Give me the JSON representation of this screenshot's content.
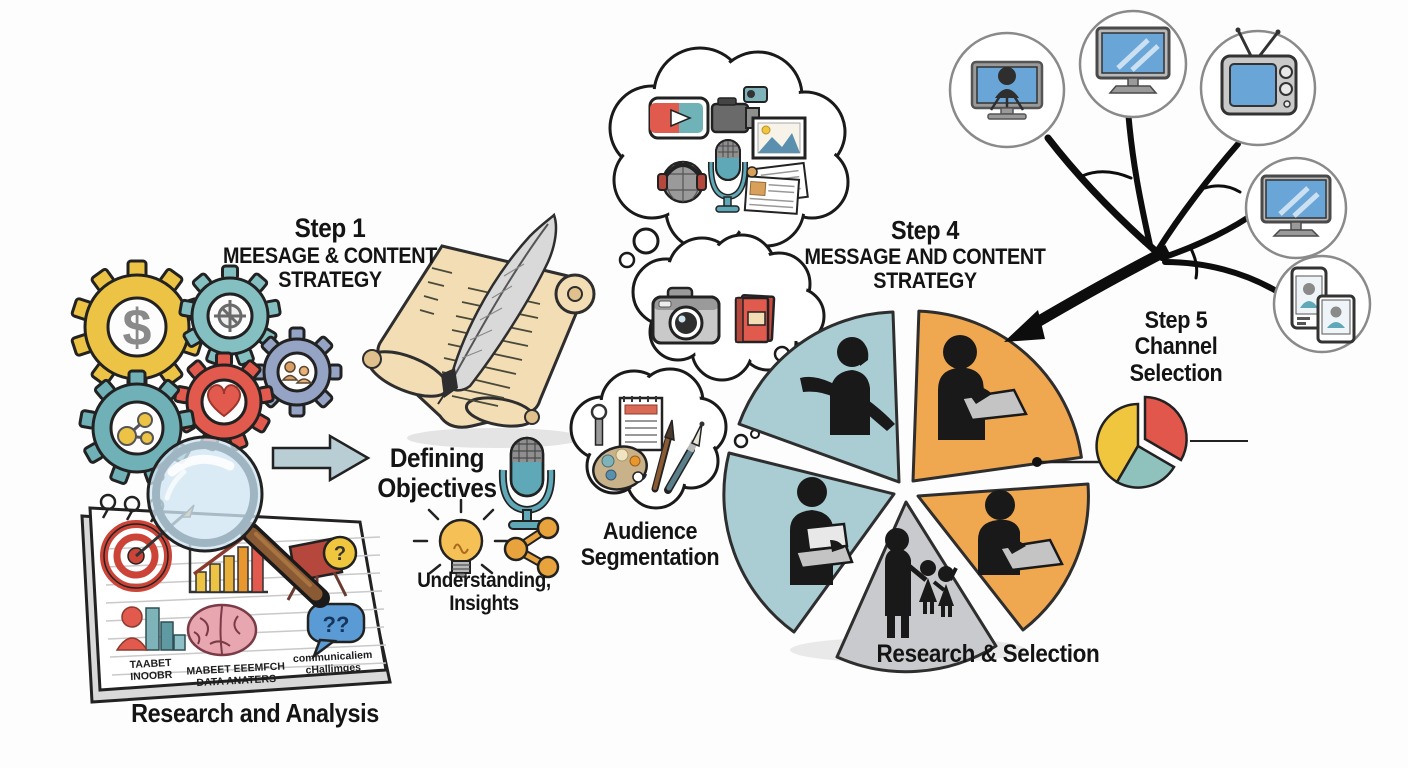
{
  "titles": {
    "step1": {
      "line1": "Step 1",
      "line2": "MEESAGE & CONTENT",
      "line3": "STRATEGY"
    },
    "step4": {
      "line1": "Step 4",
      "line2": "MESSAGE AND CONTENT",
      "line3": "STRATEGY"
    },
    "step5": {
      "line1": "Step 5",
      "line2": "Channel",
      "line3": "Selection"
    }
  },
  "labels": {
    "research_analysis": "Research and Analysis",
    "defining_objectives": {
      "line1": "Defining",
      "line2": "Objectives"
    },
    "understanding_insights": {
      "line1": "Understanding,",
      "line2": "Insights"
    },
    "audience_segmentation": {
      "line1": "Audience",
      "line2": "Segmentation"
    },
    "research_selection": "Research & Selection"
  },
  "notebook": {
    "captions": [
      {
        "line1": "TAABET",
        "line2": "INOOBR"
      },
      {
        "line1": "MABEET EEEMFCH",
        "line2": "DATA ANATERS"
      },
      {
        "line1": "communicaliem",
        "line2": "cHallimges"
      }
    ]
  },
  "glyphs": {
    "dollar": "$",
    "question": "?",
    "double_question": "??"
  },
  "icon_sets": {
    "gears": [
      "dollar-gear",
      "target-gear",
      "people-gear",
      "heart-gear",
      "link-gear"
    ],
    "notebook_icons": [
      "target-dart",
      "bar-chart-growth",
      "easel-question",
      "person-bars",
      "brain",
      "double-question-bubble"
    ],
    "objective_icons": [
      "microphone",
      "lightbulb",
      "share-network"
    ],
    "bubble_media": [
      "video-player",
      "video-camera",
      "compact-camera",
      "photo-frame",
      "headphones-globe",
      "microphone",
      "newspapers"
    ],
    "bubble_content": [
      "camera",
      "book"
    ],
    "bubble_creative": [
      "pen-tool",
      "notepad",
      "palette",
      "paintbrush",
      "paintbrush-large"
    ],
    "channel_devices": [
      "webcam-presenter-monitor",
      "desktop-monitor",
      "retro-tv",
      "desktop-monitor",
      "phone-and-tablet"
    ]
  },
  "pie": {
    "slices": [
      {
        "name": "presenter-woman",
        "color": "#a9cdd3"
      },
      {
        "name": "person-with-laptop",
        "color": "#f0a850"
      },
      {
        "name": "person-with-laptop",
        "color": "#f0a850"
      },
      {
        "name": "family",
        "color": "#c9cacd"
      },
      {
        "name": "person-holding-laptop",
        "color": "#a9cdd3"
      }
    ]
  },
  "mini_pie": {
    "colors": [
      "#e2574c",
      "#f0c63f",
      "#8fc1bd"
    ]
  },
  "colors": {
    "gear_yellow": "#ecc344",
    "gear_teal": "#84bfc2",
    "gear_blue": "#95a3c4",
    "gear_red": "#e2594d",
    "gear_teal2": "#6fb1b6",
    "pie_orange": "#f0a850",
    "pie_teal": "#a9cdd3",
    "pie_gray": "#c9cacd",
    "screen_blue": "#6aa5d8",
    "parchment": "#f2ddb5",
    "ink": "#141414"
  }
}
